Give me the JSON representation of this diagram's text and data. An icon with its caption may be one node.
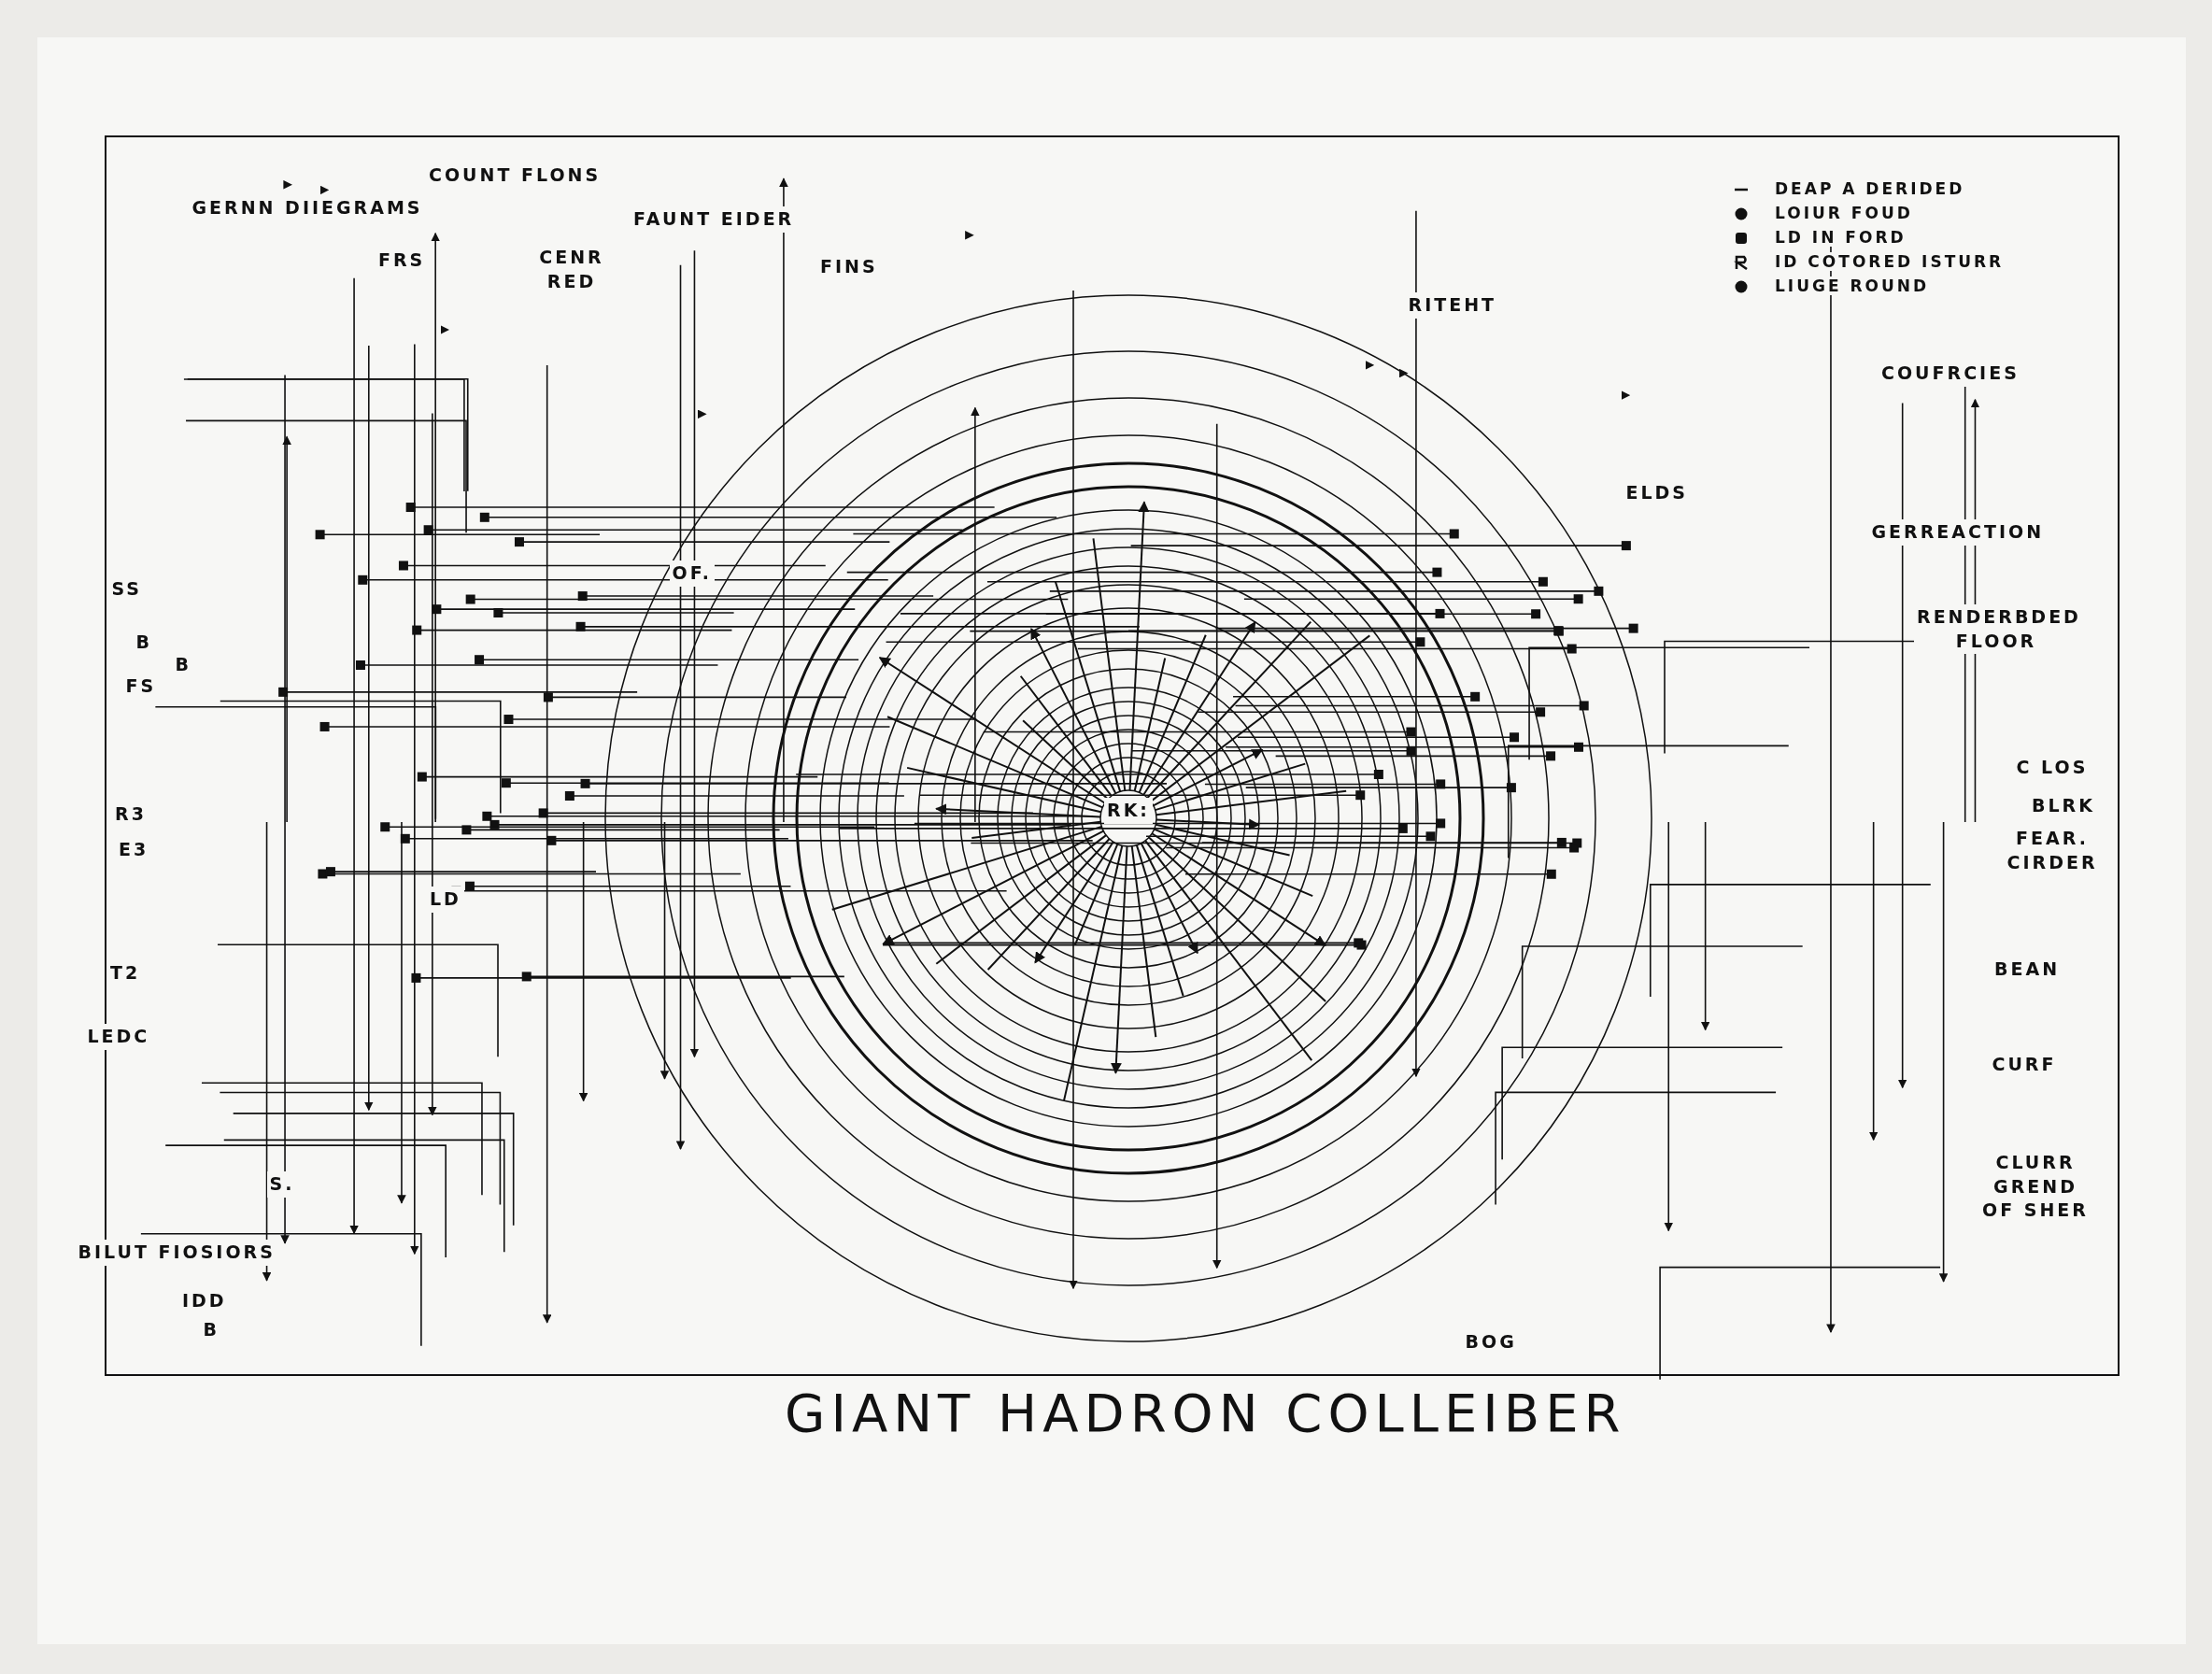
{
  "diagram": {
    "title": "GIANT HADRON COLLEIBER",
    "labels": [
      "COUNT FLONS",
      "GERNN DIIEGRAMS",
      "FAUNT EIDER",
      "FRS",
      "CENR RED",
      "FINS",
      "RITEHT",
      "COUFRCIES",
      "ELDS",
      "GERREACTION",
      "OF.",
      "SS",
      "RENDERBDED FLOOR",
      "B",
      "B",
      "FS",
      "C LOS",
      "RK:",
      "BLRK",
      "R3",
      "E3",
      "FEAR. CIRDER",
      "LD",
      "T2",
      "BEAN",
      "LEDC",
      "CURF",
      "CLURR GREND OF SHER",
      "S.",
      "BILUT FIOSIORS",
      "IDD",
      "B",
      "BOG"
    ],
    "legend": [
      {
        "text": "DEAP A DERIDED"
      },
      {
        "text": "LOIUR FOUD"
      },
      {
        "text": "LD IN FORD"
      },
      {
        "text": "ID COTORED ISTURR"
      },
      {
        "text": "LIUGE ROUND"
      }
    ]
  }
}
